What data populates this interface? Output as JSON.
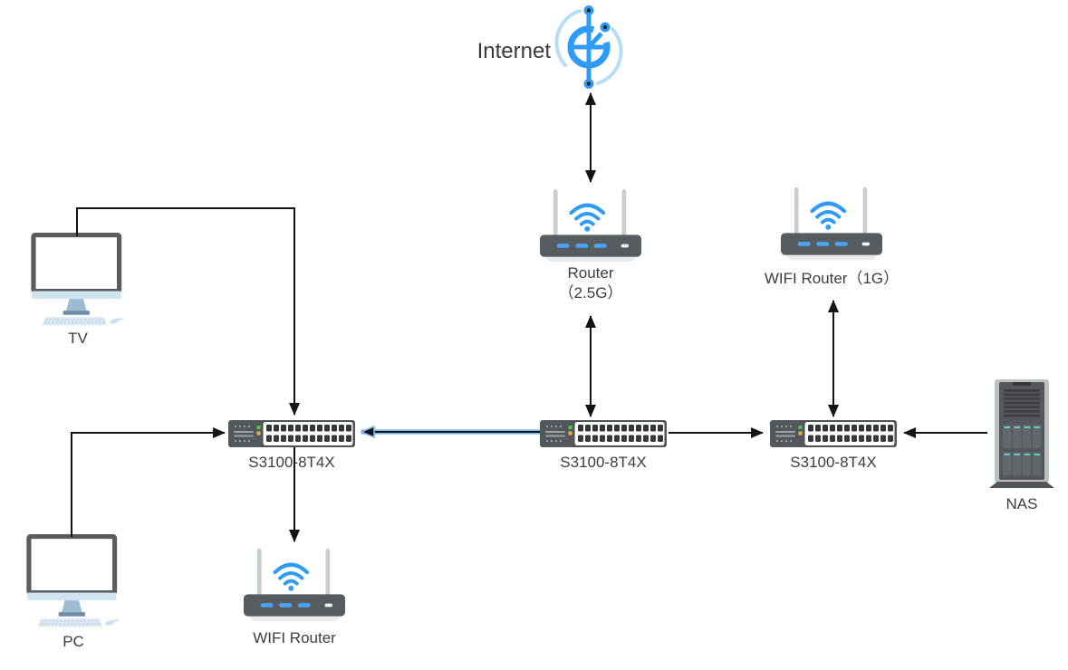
{
  "diagram": {
    "nodes": {
      "internet": {
        "label": "Internet"
      },
      "router_2_5g": {
        "label": "Router",
        "sublabel": "（2.5G）"
      },
      "wifi_router_1g": {
        "label": "WIFI Router（1G）"
      },
      "switch_left": {
        "label": "S3100-8T4X"
      },
      "switch_center": {
        "label": "S3100-8T4X"
      },
      "switch_right": {
        "label": "S3100-8T4X"
      },
      "wifi_router_bottom": {
        "label": "WIFI Router"
      },
      "nas": {
        "label": "NAS"
      },
      "tv": {
        "label": "TV"
      },
      "pc": {
        "label": "PC"
      }
    },
    "connections": [
      {
        "from": "internet",
        "to": "router_2_5g",
        "arrows": "both"
      },
      {
        "from": "router_2_5g",
        "to": "switch_center",
        "arrows": "both"
      },
      {
        "from": "wifi_router_1g",
        "to": "switch_right",
        "arrows": "both"
      },
      {
        "from": "tv",
        "to": "switch_left",
        "arrows": "to"
      },
      {
        "from": "pc",
        "to": "switch_left",
        "arrows": "to"
      },
      {
        "from": "switch_left",
        "to": "wifi_router_bottom",
        "arrows": "to"
      },
      {
        "from": "switch_center",
        "to": "switch_left",
        "arrows": "to",
        "highlight": "blue"
      },
      {
        "from": "switch_center",
        "to": "switch_right",
        "arrows": "to"
      },
      {
        "from": "nas",
        "to": "switch_right",
        "arrows": "to"
      }
    ],
    "colors": {
      "accent_blue": "#2e9bf7",
      "link_highlight": "#7db8ea",
      "line": "#141414",
      "text": "#3d3d3d"
    }
  }
}
